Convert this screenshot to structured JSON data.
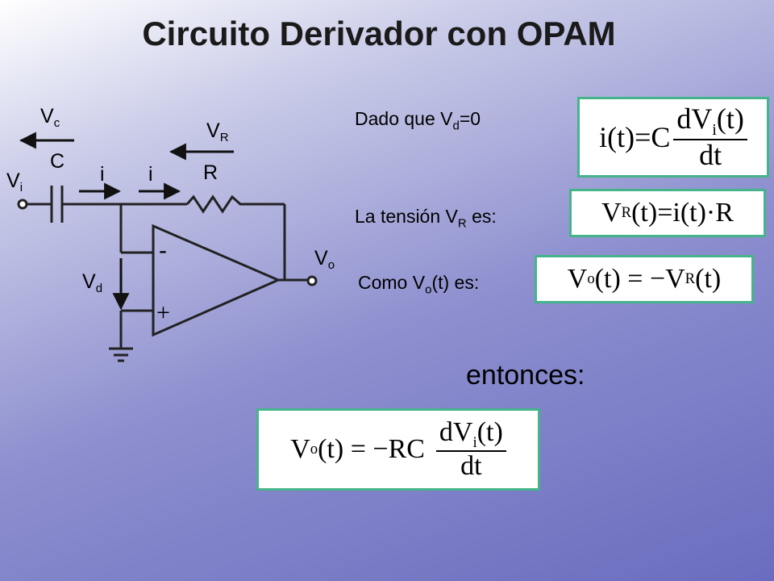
{
  "title": "Circuito Derivador con OPAM",
  "circuit": {
    "vc_main": "V",
    "vc_sub": "c",
    "c_label": "C",
    "vi_main": "V",
    "vi_sub": "i",
    "i_label": "i",
    "vr_main": "V",
    "vr_sub": "R",
    "r_label": "R",
    "vo_main": "V",
    "vo_sub": "o",
    "vd_main": "V",
    "vd_sub": "d",
    "minus": "-",
    "plus": "+"
  },
  "text": {
    "dado_pre": "Dado que V",
    "dado_sub": "d",
    "dado_post": "=0",
    "tension_pre": "La tensión V",
    "tension_sub": "R",
    "tension_post": " es:",
    "como_pre": "Como V",
    "como_sub": "o",
    "como_post": "(t) es:",
    "entonces": "entonces:"
  },
  "equations": {
    "eq1": {
      "lhs": "i(t)=C",
      "num_pre": "dV",
      "num_sub": "i",
      "num_post": "(t)",
      "den": "dt"
    },
    "eq2": {
      "v": "V",
      "sub": "R",
      "rest": "(t)=i(t)·R"
    },
    "eq3": {
      "v": "V",
      "sub": "o",
      "mid": "(t) = −V",
      "sub2": "R",
      "rest": "(t)"
    },
    "eq4": {
      "v": "V",
      "sub": "o",
      "mid": "(t) = −RC",
      "num_pre": "dV",
      "num_sub": "i",
      "num_post": "(t)",
      "den": "dt"
    }
  },
  "colors": {
    "box_border": "#46b48a",
    "background_light": "#ffffff",
    "background_dark": "#6a6cbf"
  }
}
